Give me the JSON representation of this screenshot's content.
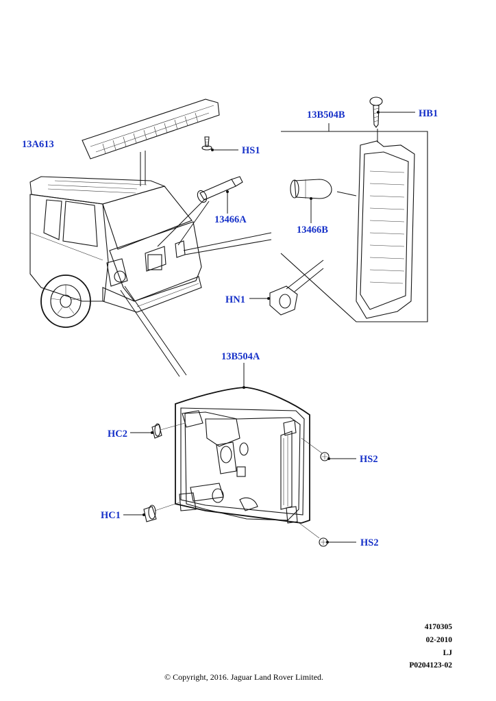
{
  "callouts": {
    "lamp_high_mount": "13A613",
    "screw_hs1": "HS1",
    "bulb_a": "13466A",
    "lamp_b": "13B504B",
    "bolt_hb1": "HB1",
    "bulb_b": "13466B",
    "nut_hn1": "HN1",
    "lamp_a": "13B504A",
    "clip_hc2": "HC2",
    "screw_hs2_upper": "HS2",
    "clip_hc1": "HC1",
    "screw_hs2_lower": "HS2"
  },
  "meta": {
    "illustration_number": "4170305",
    "date": "02-2010",
    "author": "LJ",
    "part_ref": "P0204123-02"
  },
  "copyright": "© Copyright, 2016. Jaguar Land Rover Limited.",
  "colors": {
    "callout": "#1530c8",
    "line": "#111111"
  }
}
